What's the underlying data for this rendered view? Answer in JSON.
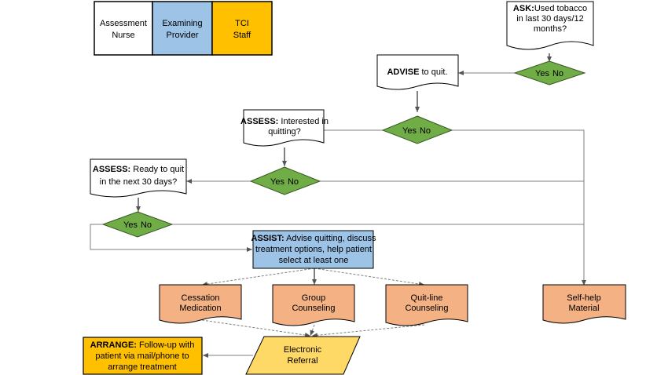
{
  "colors": {
    "nurse": "#ffffff",
    "provider": "#9dc3e6",
    "tci": "#ffc000",
    "decision": "#70ad47",
    "treatment": "#f4b183",
    "referral": "#ffd966",
    "arrange": "#ffc000",
    "border": "#000000"
  },
  "legend": {
    "nurse": [
      "Assessment",
      "Nurse"
    ],
    "provider": [
      "Examining",
      "Provider"
    ],
    "tci": [
      "TCI",
      "Staff"
    ]
  },
  "nodes": {
    "ask": {
      "bold": "ASK:",
      "lines": [
        "Used tobacco",
        "in last 30 days/12",
        "months?"
      ]
    },
    "advise": {
      "bold": "ADVISE",
      "text": " to quit."
    },
    "assess1": {
      "bold": "ASSESS:",
      "lines": [
        " Interested in",
        "quitting?"
      ]
    },
    "assess2": {
      "bold": "ASSESS:",
      "lines": [
        " Ready to quit",
        "in the next 30 days?"
      ]
    },
    "assist": {
      "bold": "ASSIST:",
      "lines": [
        " Advise quitting, discuss",
        "treatment options, help patient",
        "select at least one"
      ]
    },
    "decision": {
      "yes": "Yes",
      "no": "No"
    },
    "cessation": [
      "Cessation",
      "Medication"
    ],
    "group": [
      "Group",
      "Counseling"
    ],
    "quitline": [
      "Quit-line",
      "Counseling"
    ],
    "selfhelp": [
      "Self-help",
      "Material"
    ],
    "referral": [
      "Electronic",
      "Referral"
    ],
    "arrange": {
      "bold": "ARRANGE:",
      "lines": [
        " Follow-up with",
        "patient via mail/phone to",
        "arrange treatment"
      ]
    }
  }
}
